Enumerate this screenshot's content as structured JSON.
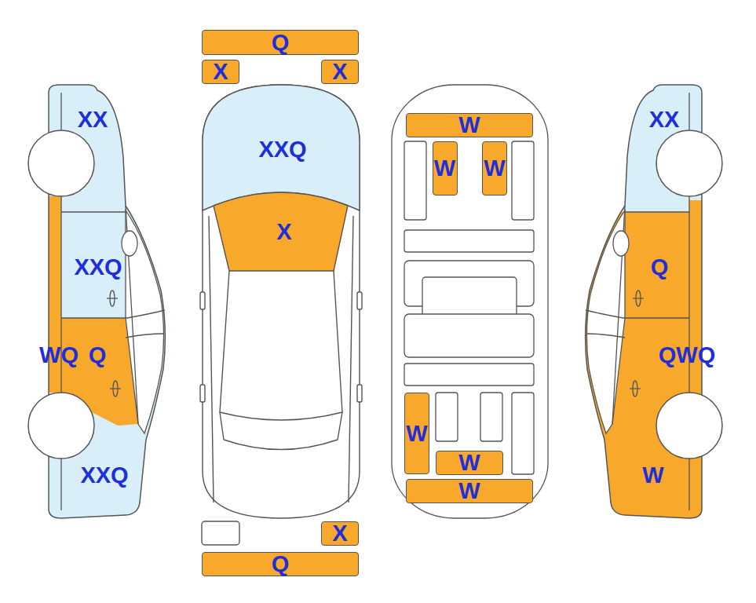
{
  "diagram": {
    "nodes": [
      {
        "text": [
          "Q"
        ]
      },
      {
        "text": [
          "X"
        ]
      },
      {
        "text": [
          "X"
        ]
      },
      {
        "text": [
          "XX"
        ]
      },
      {
        "text": [
          "XXQ"
        ]
      },
      {
        "text": [
          "W"
        ]
      },
      {
        "text": [
          "XX"
        ]
      },
      {
        "text": [
          "W"
        ]
      },
      {
        "text": [
          "W"
        ]
      },
      {
        "text": [
          "X"
        ]
      },
      {
        "text": [
          "XXQ"
        ]
      },
      {
        "text": [
          "Q"
        ]
      },
      {
        "text": [
          "WQ"
        ]
      },
      {
        "text": [
          "Q"
        ]
      },
      {
        "text": [
          "QWQ"
        ]
      },
      {
        "text": [
          "W"
        ]
      },
      {
        "text": [
          "W"
        ]
      },
      {
        "text": [
          "XXQ"
        ]
      },
      {
        "text": [
          "W"
        ]
      },
      {
        "text": [
          "W"
        ]
      },
      {
        "text": [
          "X"
        ]
      },
      {
        "text": [
          "Q"
        ]
      }
    ]
  }
}
